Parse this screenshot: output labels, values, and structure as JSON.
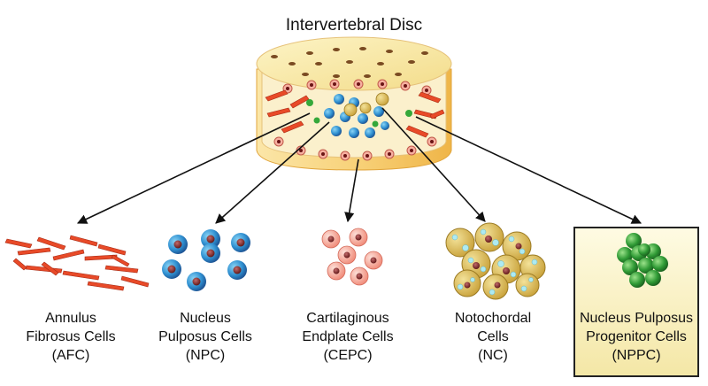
{
  "title": "Intervertebral Disc",
  "cell_types": [
    {
      "id": "afc",
      "lines": [
        "Annulus",
        "Fibrosus Cells",
        "(AFC)"
      ]
    },
    {
      "id": "npc",
      "lines": [
        "Nucleus",
        "Pulposus Cells",
        "(NPC)"
      ]
    },
    {
      "id": "cepc",
      "lines": [
        "Cartilaginous",
        "Endplate Cells",
        "(CEPC)"
      ]
    },
    {
      "id": "nc",
      "lines": [
        "Notochordal",
        "Cells",
        "(NC)"
      ]
    },
    {
      "id": "nppc",
      "lines": [
        "Nucleus Pulposus",
        "Progenitor Cells",
        "(NPPC)"
      ]
    }
  ],
  "colors": {
    "disc_top": "#f6e9a6",
    "disc_side": "#f0b94a",
    "afc": "#e84a28",
    "npc": "#2c7fc4",
    "cepc": "#f0837a",
    "nc": "#d9b84a",
    "nppc": "#2e8b2e",
    "highlight_box": "#f7eebb"
  },
  "icons": [
    "arrow-icon"
  ]
}
